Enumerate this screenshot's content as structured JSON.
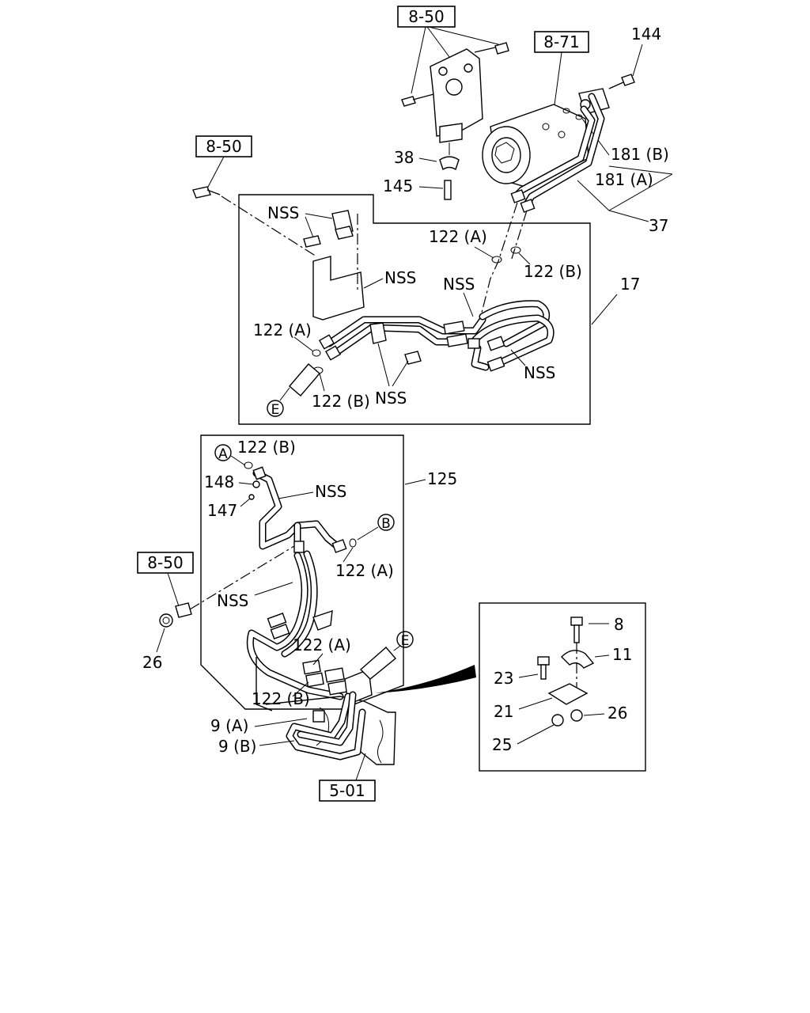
{
  "refs": {
    "r850_top": "8-50",
    "r871": "8-71",
    "r850_left": "8-50",
    "r850_mid": "8-50",
    "r501": "5-01"
  },
  "labels": {
    "n144": "144",
    "n181b": "181 (B)",
    "n181a": "181 (A)",
    "n37": "37",
    "n38": "38",
    "n145": "145",
    "nss1": "NSS",
    "nss2": "NSS",
    "n122a_1": "122 (A)",
    "n122b_1": "122 (B)",
    "nss3": "NSS",
    "n17": "17",
    "n122a_2": "122 (A)",
    "nss4": "NSS",
    "n122b_2": "122 (B)",
    "nss5": "NSS",
    "n122b_3": "122 (B)",
    "n148": "148",
    "n147": "147",
    "nss6": "NSS",
    "n125": "125",
    "n122a_3": "122 (A)",
    "nss7": "NSS",
    "n26_1": "26",
    "n122a_4": "122 (A)",
    "n122b_4": "122 (B)",
    "n9a": "9 (A)",
    "n9b": "9 (B)",
    "n8": "8",
    "n11": "11",
    "n23": "23",
    "n21": "21",
    "n26_2": "26",
    "n25": "25"
  },
  "circles": {
    "A": "A",
    "B": "B",
    "E1": "E",
    "E2": "E"
  }
}
